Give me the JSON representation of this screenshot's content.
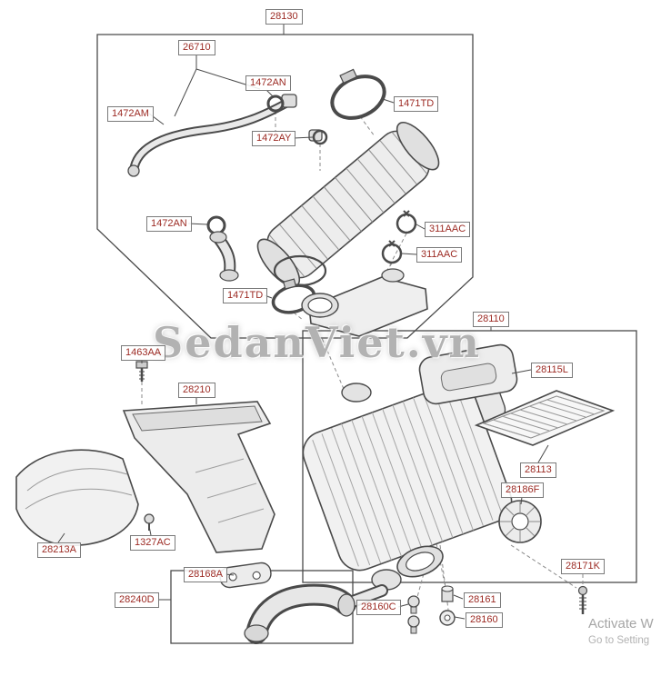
{
  "theme": {
    "background": "#ffffff",
    "label_color": "#9c2a23",
    "label_border": "#7a7a7a",
    "line_color": "#4a4a4a",
    "watermark_color": "#949494"
  },
  "watermark": {
    "text": "SedanViet.vn"
  },
  "system_overlay": {
    "line1": "Activate W",
    "line2": "Go to Setting"
  },
  "labels": [
    {
      "text": "28130"
    },
    {
      "text": "26710"
    },
    {
      "text": "1472AN"
    },
    {
      "text": "1471TD"
    },
    {
      "text": "1472AM"
    },
    {
      "text": "1472AY"
    },
    {
      "text": "1472AN"
    },
    {
      "text": "311AAC"
    },
    {
      "text": "311AAC"
    },
    {
      "text": "1471TD"
    },
    {
      "text": "28110"
    },
    {
      "text": "1463AA"
    },
    {
      "text": "28115L"
    },
    {
      "text": "28210"
    },
    {
      "text": "28113"
    },
    {
      "text": "28186F"
    },
    {
      "text": "28213A"
    },
    {
      "text": "1327AC"
    },
    {
      "text": "28168A"
    },
    {
      "text": "28171K"
    },
    {
      "text": "28240D"
    },
    {
      "text": "28160C"
    },
    {
      "text": "28161"
    },
    {
      "text": "28160"
    }
  ]
}
